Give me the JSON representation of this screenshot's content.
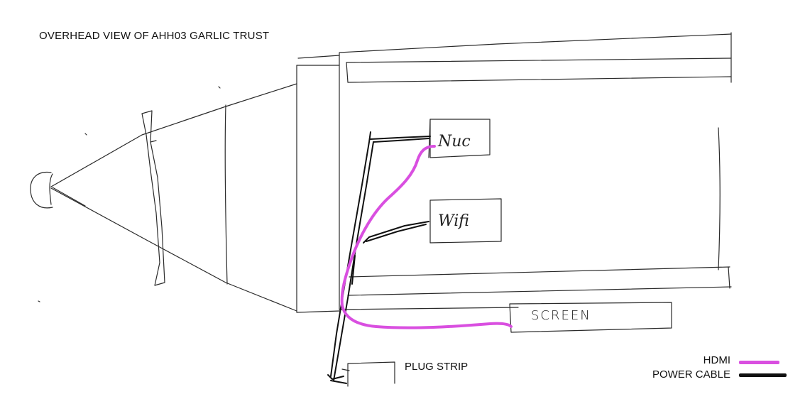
{
  "diagram": {
    "title": "OVERHEAD VIEW OF AHH03 GARLIC TRUST",
    "components": {
      "nuc": "Nuc",
      "wifi": "Wifi",
      "screen": "SCREEN",
      "plug_strip": "PLUG STRIP"
    },
    "legend": {
      "hdmi_label": "HDMI",
      "power_label": "POWER CABLE"
    },
    "colors": {
      "hdmi": "#d94fe0",
      "power": "#111111",
      "sketch": "#2a2a2a"
    }
  }
}
